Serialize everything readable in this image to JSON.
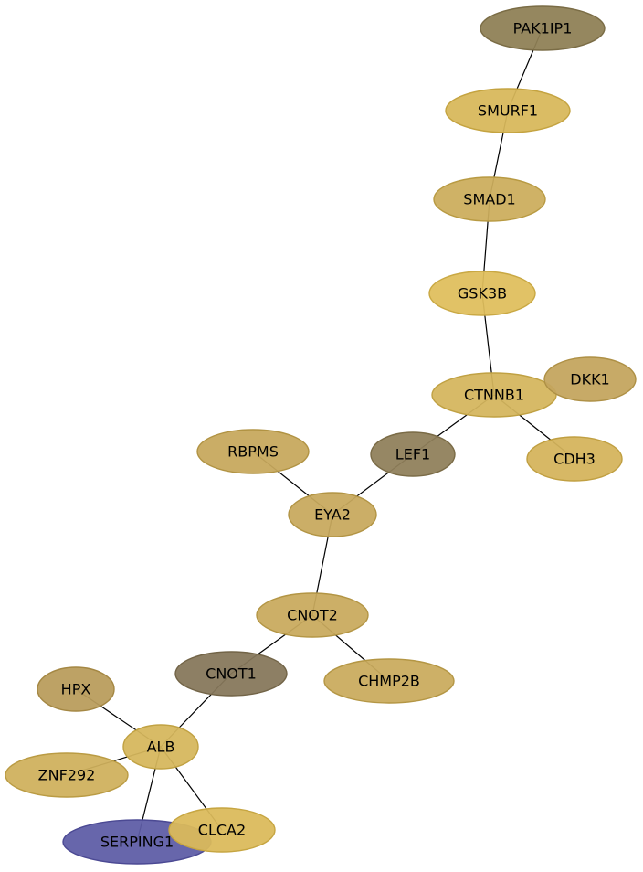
{
  "network": {
    "nodes": [
      {
        "id": "PAK1IP1",
        "label": "PAK1IP1",
        "fill": "#8E7F55",
        "stroke": "#7A6C45"
      },
      {
        "id": "SMURF1",
        "label": "SMURF1",
        "fill": "#D8B85A",
        "stroke": "#C4A340"
      },
      {
        "id": "SMAD1",
        "label": "SMAD1",
        "fill": "#CCAD5C",
        "stroke": "#B89A42"
      },
      {
        "id": "GSK3B",
        "label": "GSK3B",
        "fill": "#DFBE5C",
        "stroke": "#C9A843"
      },
      {
        "id": "CTNNB1",
        "label": "CTNNB1",
        "fill": "#D5B65D",
        "stroke": "#C0A143"
      },
      {
        "id": "DKK1",
        "label": "DKK1",
        "fill": "#C4A55E",
        "stroke": "#AE9045"
      },
      {
        "id": "CDH3",
        "label": "CDH3",
        "fill": "#D5B45B",
        "stroke": "#C09F41"
      },
      {
        "id": "LEF1",
        "label": "LEF1",
        "fill": "#8F7F5A",
        "stroke": "#7A6B46"
      },
      {
        "id": "RBPMS",
        "label": "RBPMS",
        "fill": "#C7A85C",
        "stroke": "#B19343"
      },
      {
        "id": "EYA2",
        "label": "EYA2",
        "fill": "#C8A95D",
        "stroke": "#B29444"
      },
      {
        "id": "CNOT2",
        "label": "CNOT2",
        "fill": "#C9AA5D",
        "stroke": "#B39544"
      },
      {
        "id": "CHMP2B",
        "label": "CHMP2B",
        "fill": "#CAAB5D",
        "stroke": "#B49644"
      },
      {
        "id": "CNOT1",
        "label": "CNOT1",
        "fill": "#86775A",
        "stroke": "#726447"
      },
      {
        "id": "HPX",
        "label": "HPX",
        "fill": "#B99C5B",
        "stroke": "#A48743"
      },
      {
        "id": "ALB",
        "label": "ALB",
        "fill": "#D6B75C",
        "stroke": "#C1A243"
      },
      {
        "id": "ZNF292",
        "label": "ZNF292",
        "fill": "#CFB05C",
        "stroke": "#BA9B43"
      },
      {
        "id": "SERPING1",
        "label": "SERPING1",
        "fill": "#5E5CA6",
        "stroke": "#4B4993"
      },
      {
        "id": "CLCA2",
        "label": "CLCA2",
        "fill": "#DBBA5A",
        "stroke": "#C6A541"
      }
    ],
    "edges": [
      [
        "PAK1IP1",
        "SMURF1"
      ],
      [
        "SMURF1",
        "SMAD1"
      ],
      [
        "SMAD1",
        "GSK3B"
      ],
      [
        "GSK3B",
        "CTNNB1"
      ],
      [
        "CTNNB1",
        "CDH3"
      ],
      [
        "CTNNB1",
        "LEF1"
      ],
      [
        "LEF1",
        "EYA2"
      ],
      [
        "RBPMS",
        "EYA2"
      ],
      [
        "EYA2",
        "CNOT2"
      ],
      [
        "CNOT2",
        "CHMP2B"
      ],
      [
        "CNOT2",
        "CNOT1"
      ],
      [
        "CNOT1",
        "ALB"
      ],
      [
        "HPX",
        "ALB"
      ],
      [
        "ZNF292",
        "ALB"
      ],
      [
        "ALB",
        "SERPING1"
      ],
      [
        "ALB",
        "CLCA2"
      ]
    ]
  }
}
